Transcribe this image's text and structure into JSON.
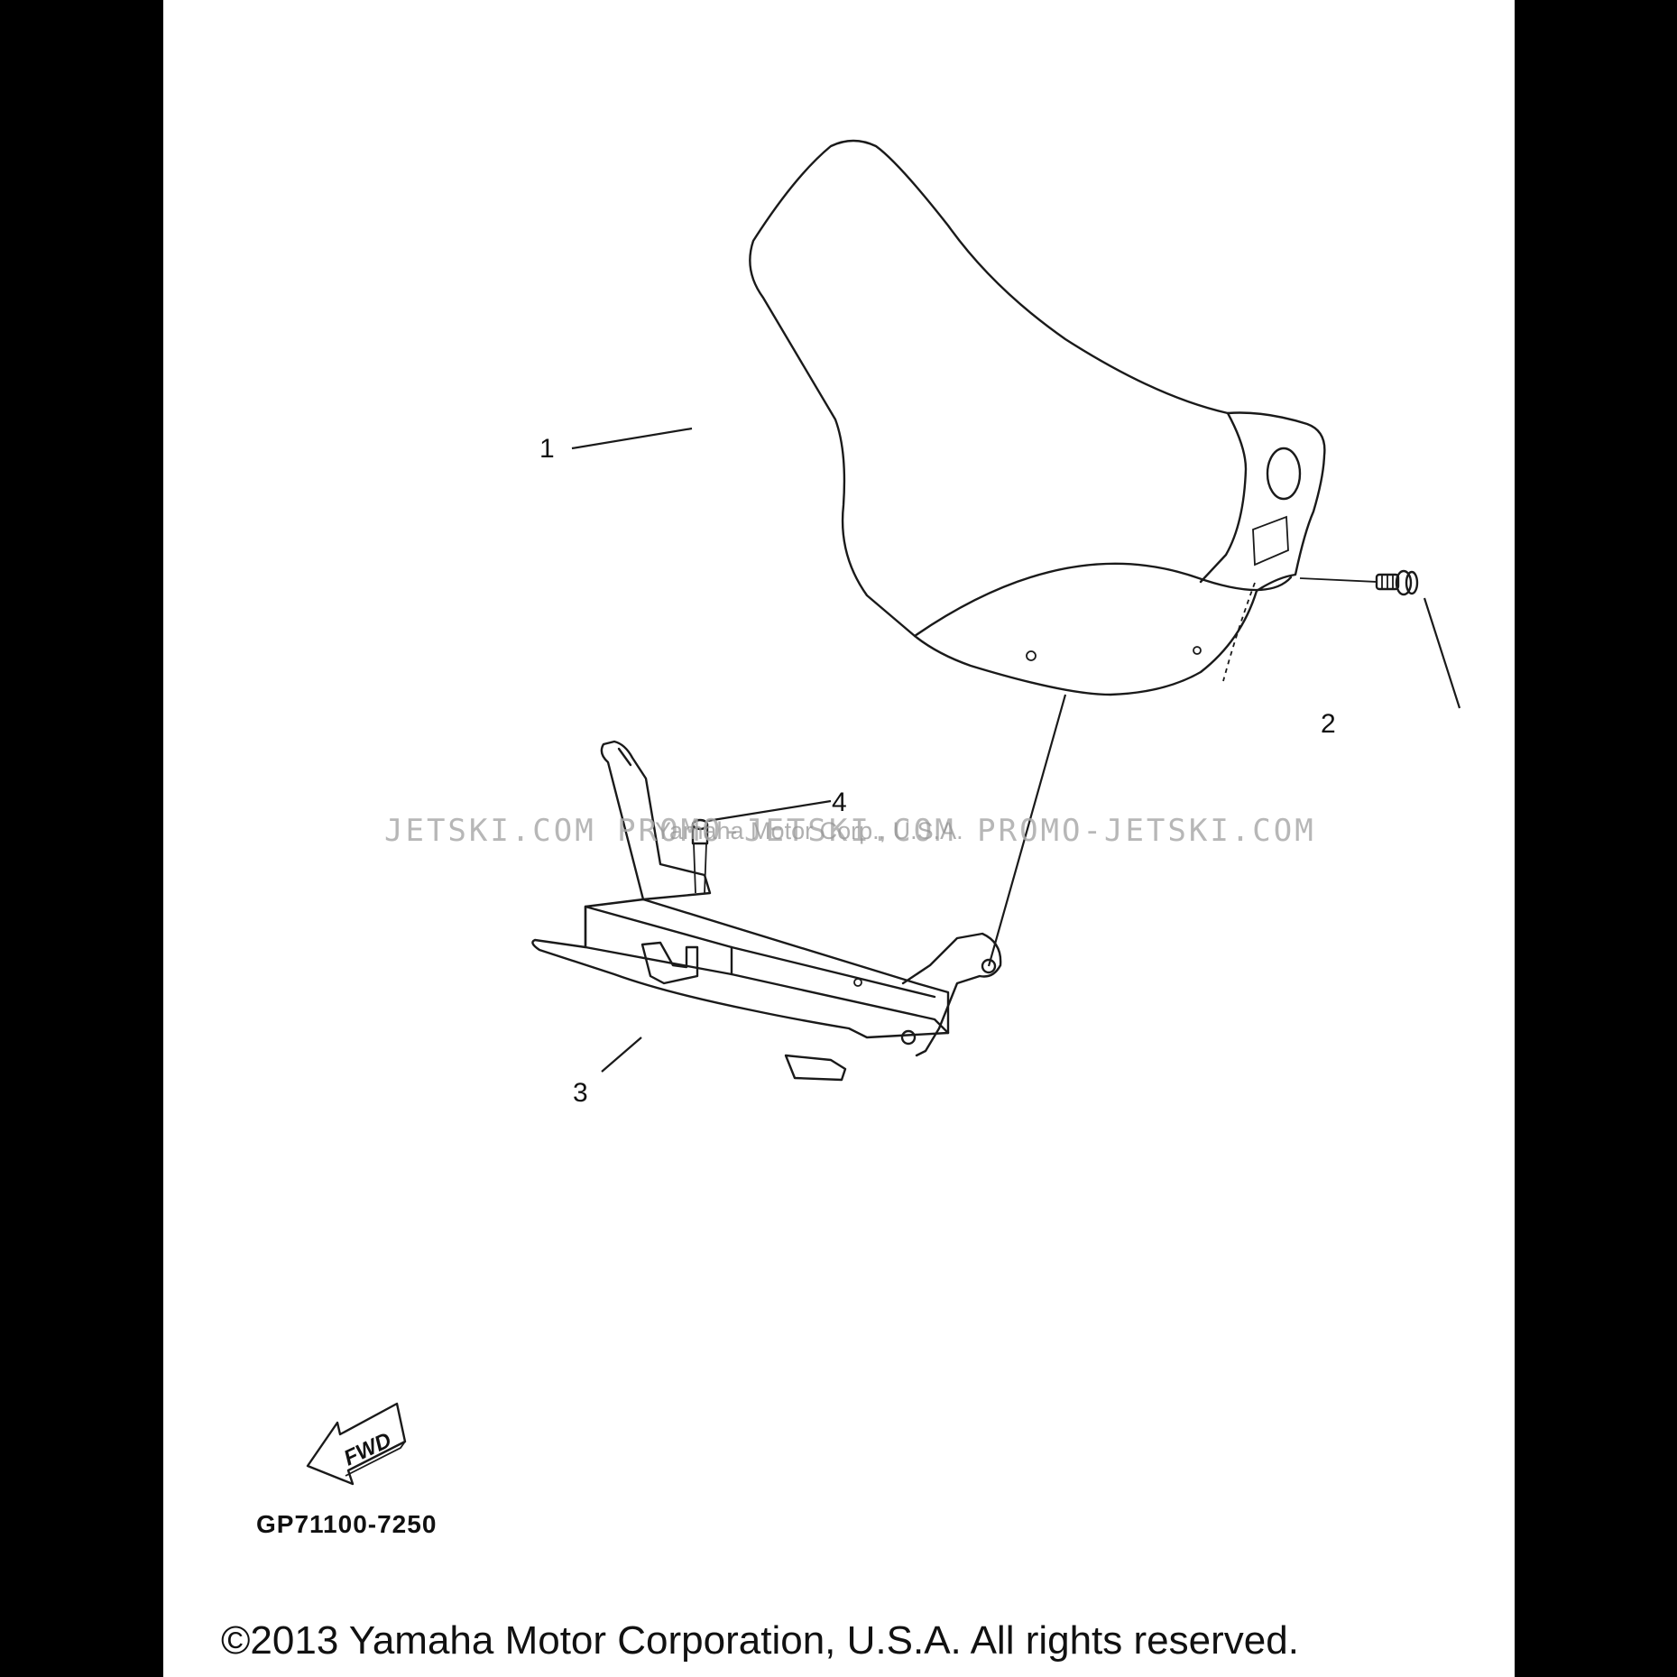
{
  "diagram": {
    "callouts": [
      "1",
      "2",
      "3",
      "4"
    ],
    "part_number": "GP71100-7250",
    "fwd_label": "FWD"
  },
  "watermark": {
    "text": "JETSKI.COM   PROMO-JETSKI.COM   PROMO-JETSKI.COM",
    "overlay": "Yamaha Motor Corp., U.S.A."
  },
  "footer": {
    "copyright": "©2013 Yamaha Motor Corporation, U.S.A. All rights reserved."
  }
}
